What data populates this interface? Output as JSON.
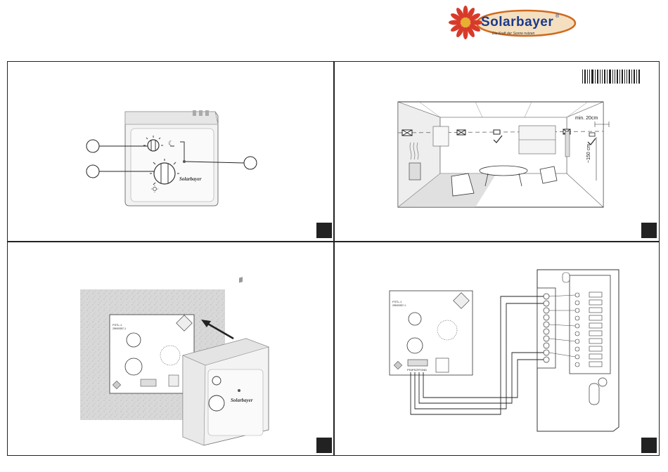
{
  "logo": {
    "brand": "Solarbayer",
    "registered": "®",
    "tagline": "Die Kraft der Sonne nutzen"
  },
  "panel1": {
    "device_brand": "Solarbayer",
    "knob_symbol": "☾"
  },
  "panel2": {
    "dim_min": "min. 20cm",
    "dim_height": "~150 cm"
  },
  "panel3": {
    "device_brand": "Solarbayer",
    "board_label": "FSTL-1",
    "board_sub": "25K09357-1"
  },
  "panel4": {
    "board_label": "FSTL-1",
    "board_sub": "25K09357-1",
    "terminal_labels": [
      "PS1",
      "PS2",
      "TF",
      "GND"
    ]
  }
}
